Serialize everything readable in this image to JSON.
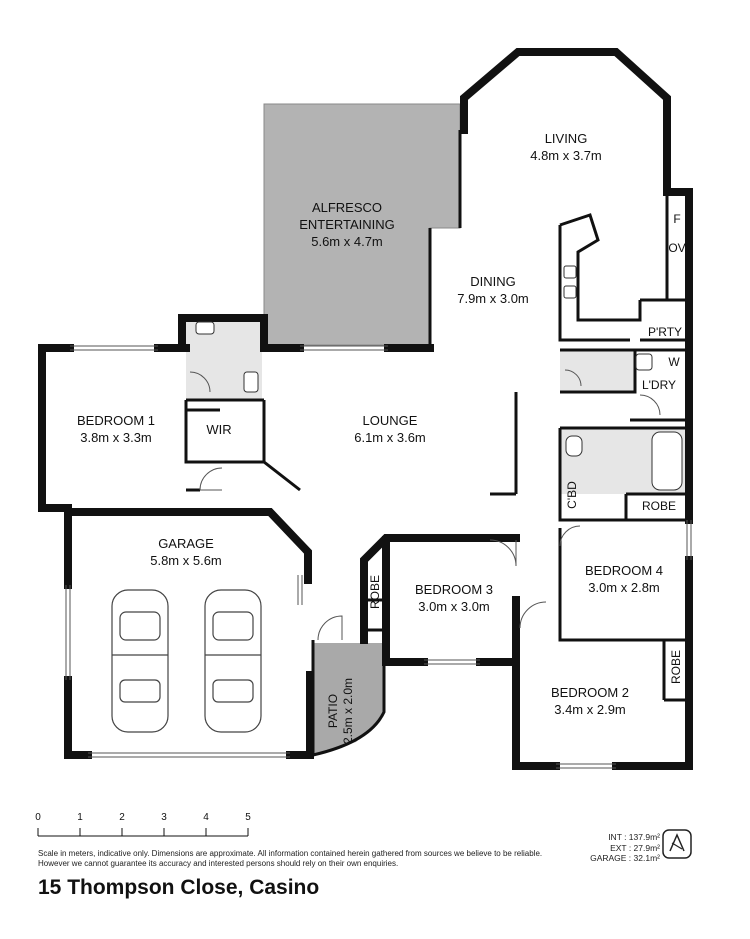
{
  "rooms": {
    "living": {
      "name": "LIVING",
      "size": "4.8m x 3.7m"
    },
    "alfresco": {
      "name1": "ALFRESCO",
      "name2": "ENTERTAINING",
      "size": "5.6m x 4.7m"
    },
    "dining": {
      "name": "DINING",
      "size": "7.9m x 3.0m"
    },
    "lounge": {
      "name": "LOUNGE",
      "size": "6.1m x 3.6m"
    },
    "bedroom1": {
      "name": "BEDROOM 1",
      "size": "3.8m x 3.3m"
    },
    "wir": {
      "name": "WIR"
    },
    "garage": {
      "name": "GARAGE",
      "size": "5.8m x 5.6m"
    },
    "bedroom3": {
      "name": "BEDROOM 3",
      "size": "3.0m x 3.0m"
    },
    "bedroom4": {
      "name": "BEDROOM 4",
      "size": "3.0m x 2.8m"
    },
    "bedroom2": {
      "name": "BEDROOM 2",
      "size": "3.4m x 2.9m"
    },
    "patio": {
      "name": "PATIO",
      "size": "2.5m x 2.0m"
    },
    "pantry": {
      "name": "P'RTY"
    },
    "laundry": {
      "name": "L'DRY"
    },
    "w": {
      "name": "W"
    },
    "fridge": {
      "name": "F"
    },
    "oven": {
      "name": "OV"
    },
    "robe_left": {
      "name": "ROBE"
    },
    "robe_b4": {
      "name": "ROBE"
    },
    "robe_b2": {
      "name": "ROBE"
    },
    "cbd": {
      "name": "C'BD"
    }
  },
  "scale": {
    "ticks": [
      "0",
      "1",
      "2",
      "3",
      "4",
      "5"
    ]
  },
  "disclaimer": "Scale in meters, indicative only. Dimensions are approximate. All information contained herein gathered from sources we believe to be reliable. However we cannot guarantee its accuracy and interested persons should rely on their own enquiries.",
  "areas": {
    "int": "INT : 137.9m²",
    "ext": "EXT : 27.9m²",
    "garage": "GARAGE : 32.1m²"
  },
  "address": "15 Thompson Close, Casino",
  "colors": {
    "wall": "#111111",
    "alfresco_fill": "#b3b3b3",
    "wet_area_fill": "#e6e6e6",
    "patio_fill": "#a9a9a9"
  }
}
